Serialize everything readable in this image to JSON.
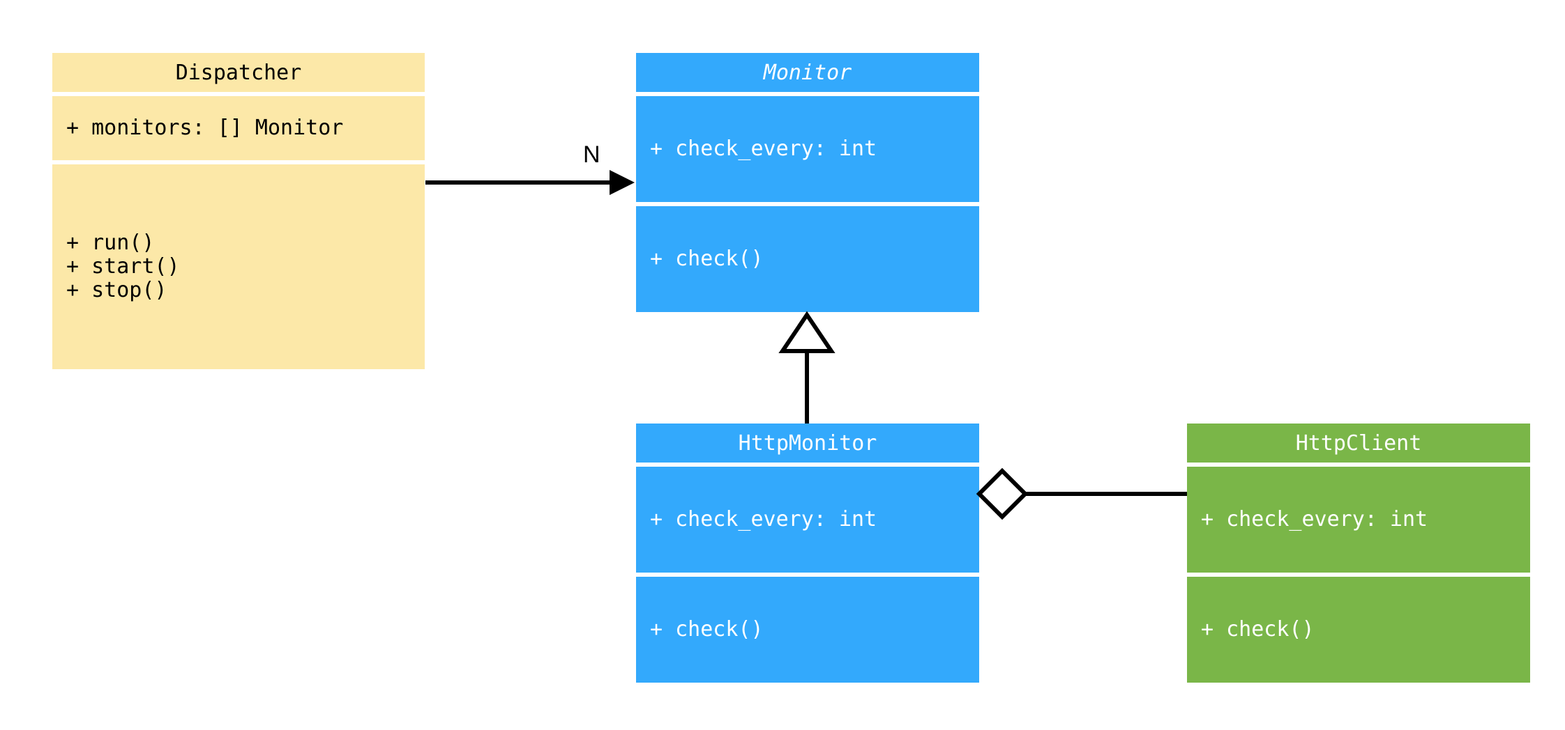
{
  "diagram": {
    "type": "uml-class-diagram",
    "background": "#ffffff",
    "colors": {
      "dispatcher": "#fce8a8",
      "monitor": "#33a9fc",
      "http_monitor": "#33a9fc",
      "http_client": "#7ab648",
      "line": "#000000",
      "text_dark": "#000000",
      "text_light": "#ffffff"
    }
  },
  "classes": {
    "dispatcher": {
      "name": "Dispatcher",
      "abstract": false,
      "attributes": [
        "+ monitors: [] Monitor"
      ],
      "methods": [
        "+ run()",
        "+ start()",
        "+ stop()"
      ]
    },
    "monitor": {
      "name": "Monitor",
      "abstract": true,
      "attributes": [
        "+ check_every: int"
      ],
      "methods": [
        "+ check()"
      ]
    },
    "http_monitor": {
      "name": "HttpMonitor",
      "abstract": false,
      "attributes": [
        "+ check_every: int"
      ],
      "methods": [
        "+ check()"
      ]
    },
    "http_client": {
      "name": "HttpClient",
      "abstract": false,
      "attributes": [
        "+ check_every: int"
      ],
      "methods": [
        "+ check()"
      ]
    }
  },
  "relations": {
    "dispatcher_to_monitor": {
      "kind": "association",
      "from": "Dispatcher",
      "to": "Monitor",
      "label": "N",
      "arrow": "solid-filled-arrowhead"
    },
    "httpmonitor_to_monitor": {
      "kind": "generalization",
      "from": "HttpMonitor",
      "to": "Monitor",
      "label": "",
      "arrow": "hollow-triangle"
    },
    "httpmonitor_to_httpclient": {
      "kind": "aggregation",
      "from": "HttpMonitor",
      "to": "HttpClient",
      "label": "",
      "arrow": "hollow-diamond"
    }
  }
}
